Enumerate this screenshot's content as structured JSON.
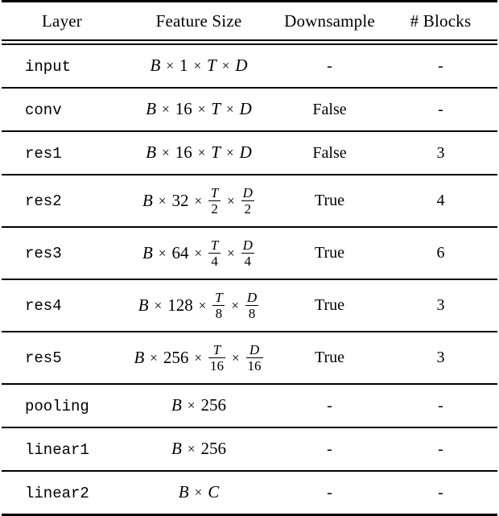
{
  "table": {
    "caption_present": false,
    "columns": [
      {
        "key": "layer",
        "label": "Layer",
        "align": "center"
      },
      {
        "key": "feature",
        "label": "Feature Size",
        "align": "center"
      },
      {
        "key": "downsample",
        "label": "Downsample",
        "align": "center"
      },
      {
        "key": "blocks",
        "label": "# Blocks",
        "align": "center"
      }
    ],
    "rows": [
      {
        "layer": "input",
        "feature_text": "B × 1 × T × D",
        "feature_parts": [
          "B",
          "×",
          "1",
          "×",
          "T",
          "×",
          "D"
        ],
        "downsample": "-",
        "blocks": "-"
      },
      {
        "layer": "conv",
        "feature_text": "B × 16 × T × D",
        "feature_parts": [
          "B",
          "×",
          "16",
          "×",
          "T",
          "×",
          "D"
        ],
        "downsample": "False",
        "blocks": "-"
      },
      {
        "layer": "res1",
        "feature_text": "B × 16 × T × D",
        "feature_parts": [
          "B",
          "×",
          "16",
          "×",
          "T",
          "×",
          "D"
        ],
        "downsample": "False",
        "blocks": "3"
      },
      {
        "layer": "res2",
        "feature_text": "B × 32 × T/2 × D/2",
        "feature_parts": [
          "B",
          "×",
          "32",
          "×",
          "T/2",
          "×",
          "D/2"
        ],
        "downsample": "True",
        "blocks": "4"
      },
      {
        "layer": "res3",
        "feature_text": "B × 64 × T/4 × D/4",
        "feature_parts": [
          "B",
          "×",
          "64",
          "×",
          "T/4",
          "×",
          "D/4"
        ],
        "downsample": "True",
        "blocks": "6"
      },
      {
        "layer": "res4",
        "feature_text": "B × 128 × T/8 × D/8",
        "feature_parts": [
          "B",
          "×",
          "128",
          "×",
          "T/8",
          "×",
          "D/8"
        ],
        "downsample": "True",
        "blocks": "3"
      },
      {
        "layer": "res5",
        "feature_text": "B × 256 × T/16 × D/16",
        "feature_parts": [
          "B",
          "×",
          "256",
          "×",
          "T/16",
          "×",
          "D/16"
        ],
        "downsample": "True",
        "blocks": "3"
      },
      {
        "layer": "pooling",
        "feature_text": "B × 256",
        "feature_parts": [
          "B",
          "×",
          "256"
        ],
        "downsample": "-",
        "blocks": "-"
      },
      {
        "layer": "linear1",
        "feature_text": "B × 256",
        "feature_parts": [
          "B",
          "×",
          "256"
        ],
        "downsample": "-",
        "blocks": "-"
      },
      {
        "layer": "linear2",
        "feature_text": "B × C",
        "feature_parts": [
          "B",
          "×",
          "C"
        ],
        "downsample": "-",
        "blocks": "-"
      }
    ]
  },
  "style": {
    "text_color": "#000000",
    "background": "#ffffff",
    "rule_color": "#000000"
  }
}
